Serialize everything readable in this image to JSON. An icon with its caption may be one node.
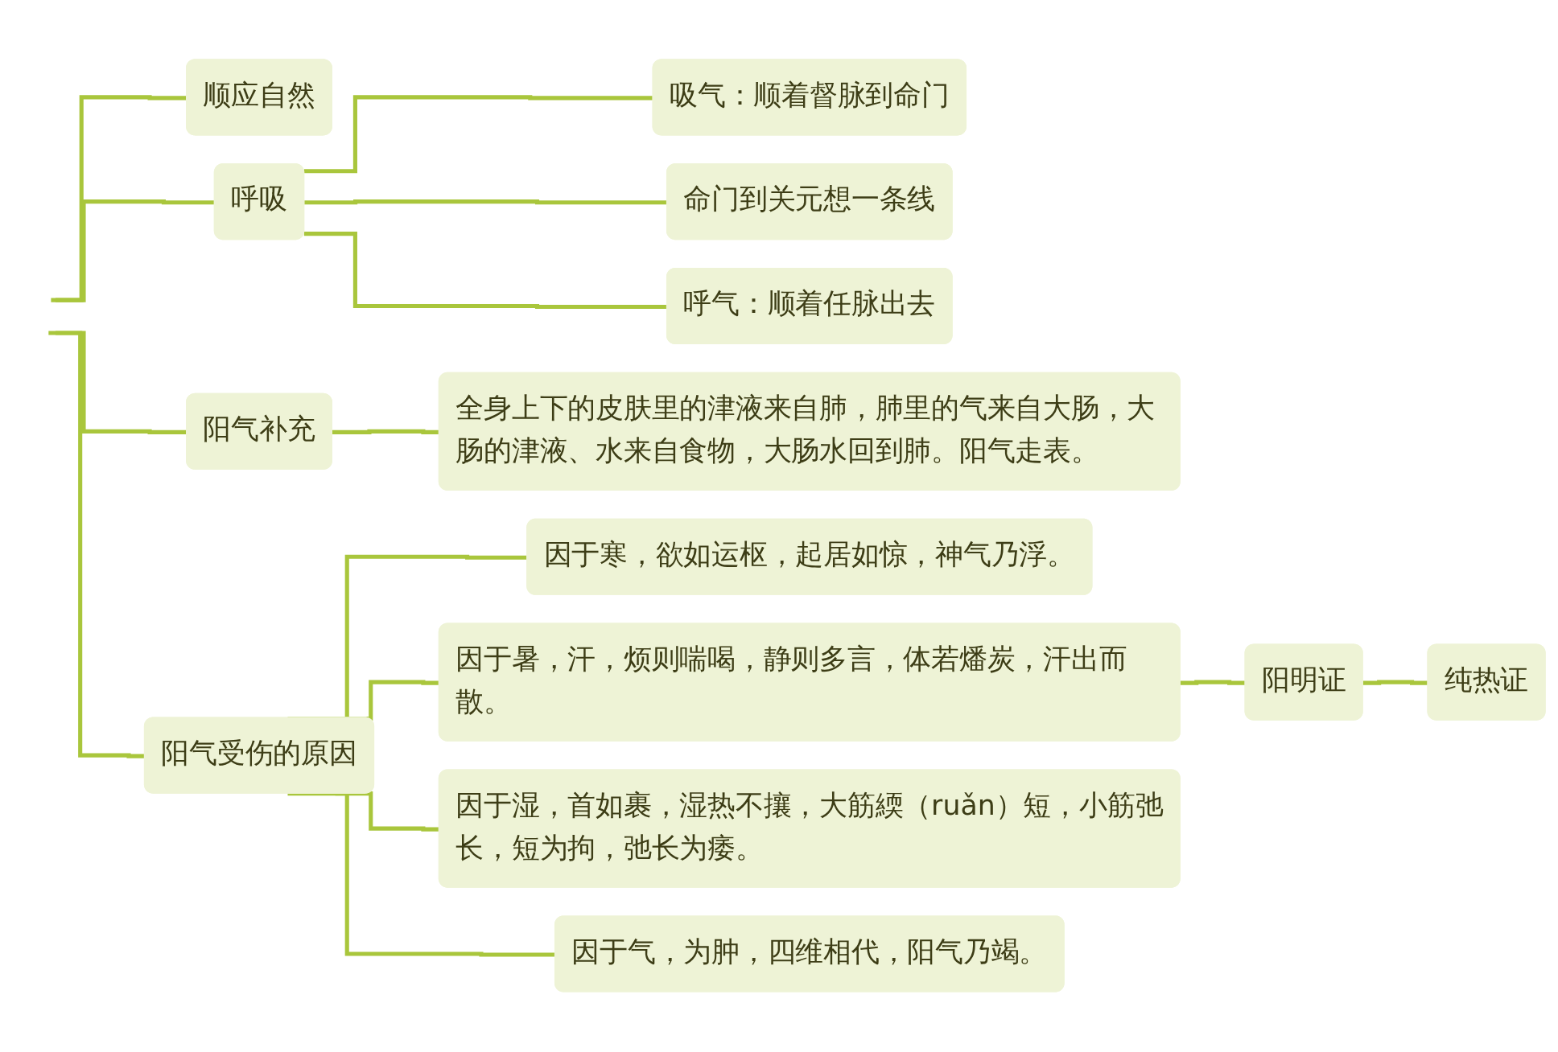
{
  "diagram": {
    "nodes": [
      {
        "text": [
          "顺应自然"
        ]
      },
      {
        "text": [
          "呼吸"
        ]
      },
      {
        "text": [
          "吸气：顺着督脉到命门"
        ]
      },
      {
        "text": [
          "命门到关元想一条线"
        ]
      },
      {
        "text": [
          "呼气：顺着任脉出去"
        ]
      },
      {
        "text": [
          "阳气补充"
        ]
      },
      {
        "text": [
          "全身上下的皮肤里的津液来自肺，肺里的气来自大肠，大肠的津液、水来自食物，大肠水回到肺。阳气走表。"
        ]
      },
      {
        "text": [
          "阳气受伤的原因"
        ]
      },
      {
        "text": [
          "因于寒，欲如运枢，起居如惊，神气乃浮。"
        ]
      },
      {
        "text": [
          "因于暑，汗，烦则喘喝，静则多言，体若燔炭，汗出而散。"
        ]
      },
      {
        "text": [
          "阳明证"
        ]
      },
      {
        "text": [
          "纯热证"
        ]
      },
      {
        "text": [
          "因于湿，首如裹，湿热不攘，大筋緛（ruǎn）短，小筋弛长，短为拘，弛长为痿。"
        ]
      },
      {
        "text": [
          "因于气，为肿，四维相代，阳气乃竭。"
        ]
      }
    ],
    "edges": [
      {
        "from": null,
        "to": 0,
        "arrow": "none"
      },
      {
        "from": null,
        "to": 1,
        "arrow": "none"
      },
      {
        "from": null,
        "to": 5,
        "arrow": "none"
      },
      {
        "from": null,
        "to": 7,
        "arrow": "none"
      },
      {
        "from": 1,
        "to": 2,
        "arrow": "none"
      },
      {
        "from": 1,
        "to": 3,
        "arrow": "none"
      },
      {
        "from": 1,
        "to": 4,
        "arrow": "none"
      },
      {
        "from": 5,
        "to": 6,
        "arrow": "none"
      },
      {
        "from": 7,
        "to": 8,
        "arrow": "none"
      },
      {
        "from": 7,
        "to": 9,
        "arrow": "none"
      },
      {
        "from": 7,
        "to": 12,
        "arrow": "none"
      },
      {
        "from": 7,
        "to": 13,
        "arrow": "none"
      },
      {
        "from": 9,
        "to": 10,
        "arrow": "none"
      },
      {
        "from": 10,
        "to": 11,
        "arrow": "none"
      }
    ]
  }
}
